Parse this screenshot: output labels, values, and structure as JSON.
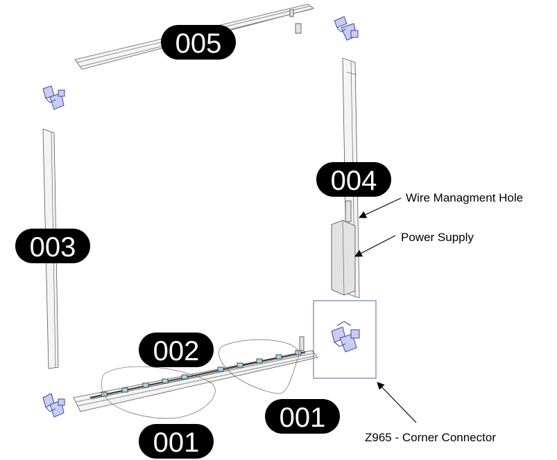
{
  "badges": {
    "top_rail": "005",
    "left_rail": "003",
    "right_rail": "004",
    "led_strip": "002",
    "lower_right": "001",
    "lower_left": "001"
  },
  "callouts": {
    "wire_hole": "Wire Managment Hole",
    "power_supply": "Power Supply",
    "corner_connector": "Z965 - Corner Connector"
  },
  "colors": {
    "badge_bg": "#000000",
    "badge_text": "#ffffff",
    "connector": "#4a55b8",
    "highlight_box": "#5560b0"
  }
}
